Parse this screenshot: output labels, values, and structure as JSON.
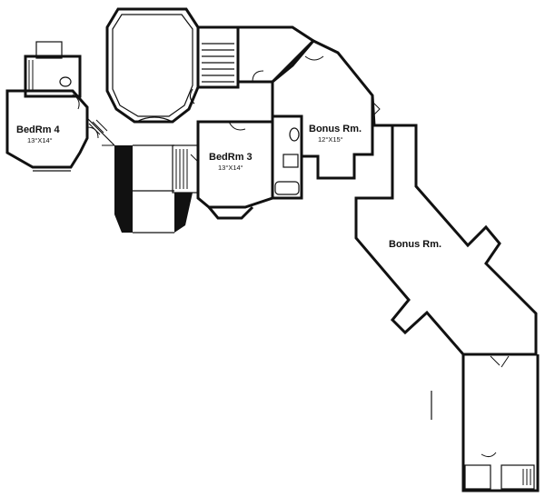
{
  "rooms": [
    {
      "name": "BedRm 4",
      "dims": "13°X14°"
    },
    {
      "name": "BedRm 3",
      "dims": "13°X14°"
    },
    {
      "name": "Bonus Rm.",
      "dims": "12°X15°"
    },
    {
      "name": "Bonus Rm.",
      "dims": ""
    }
  ],
  "icons": [
    "stairs-icon",
    "door-swing-icon",
    "bathtub-icon",
    "toilet-icon",
    "sink-icon",
    "closet-hatch-icon"
  ]
}
